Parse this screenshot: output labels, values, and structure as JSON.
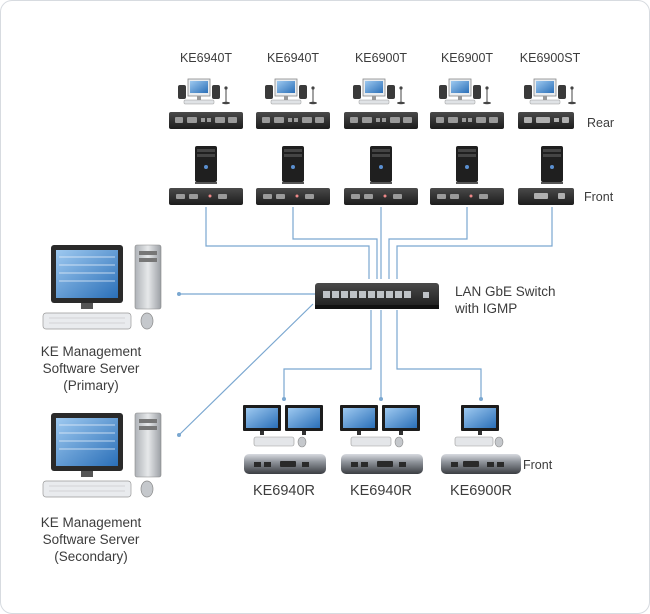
{
  "transmitters": {
    "labels": [
      "KE6940T",
      "KE6940T",
      "KE6900T",
      "KE6900T",
      "KE6900ST"
    ],
    "rear_label": "Rear",
    "front_label": "Front"
  },
  "switch": {
    "line1": "LAN GbE Switch",
    "line2": "with IGMP"
  },
  "servers": {
    "primary": [
      "KE Management",
      "Software Server",
      "(Primary)"
    ],
    "secondary": [
      "KE Management",
      "Software Server",
      "(Secondary)"
    ]
  },
  "receivers": {
    "labels": [
      "KE6940R",
      "KE6940R",
      "KE6900R"
    ],
    "front_label": "Front"
  },
  "colors": {
    "line": "#7aa7d0",
    "device": "#2e2e2e",
    "text": "#3c3c3c"
  }
}
